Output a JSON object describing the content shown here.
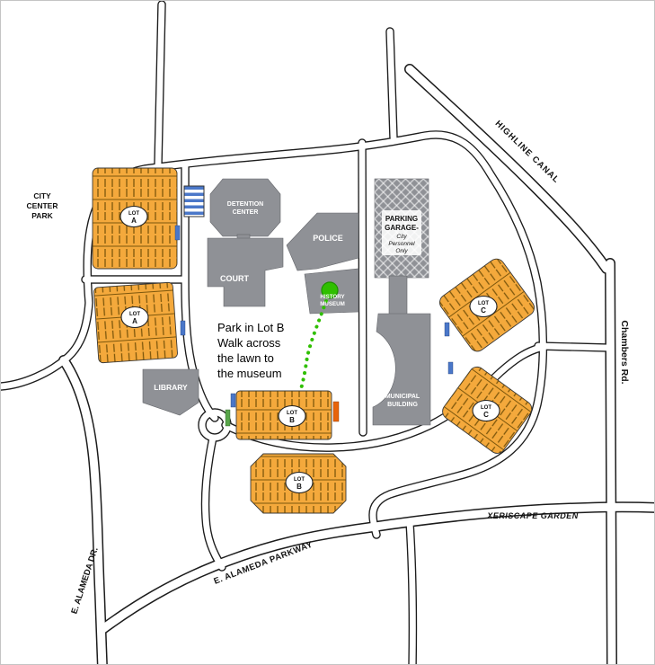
{
  "map": {
    "roads": {
      "highline_canal": "HIGHLINE CANAL",
      "chambers_rd": "Chambers Rd.",
      "e_alameda_dr": "E. ALAMEDA DR.",
      "e_alameda_parkway": "E. ALAMEDA PARKWAY"
    },
    "areas": {
      "city_center_park_line1": "CITY",
      "city_center_park_line2": "CENTER",
      "city_center_park_line3": "PARK",
      "xeriscape_garden": "XERISCAPE GARDEN"
    },
    "buildings": {
      "detention_line1": "DETENTION",
      "detention_line2": "CENTER",
      "court": "COURT",
      "police": "POLICE",
      "museum_line1": "HISTORY",
      "museum_line2": "MUSEUM",
      "garage_line1": "PARKING",
      "garage_line2": "GARAGE-",
      "garage_line3": "City",
      "garage_line4": "Personnel",
      "garage_line5": "Only",
      "municipal_line1": "MUNICIPAL",
      "municipal_line2": "BUILDING",
      "library": "LIBRARY"
    },
    "lots": {
      "a_top": {
        "word": "LOT",
        "letter": "A"
      },
      "a_bottom": {
        "word": "LOT",
        "letter": "A"
      },
      "b_mid": {
        "word": "LOT",
        "letter": "B"
      },
      "b_bottom": {
        "word": "LOT",
        "letter": "B"
      },
      "c_top": {
        "word": "LOT",
        "letter": "C"
      },
      "c_bottom": {
        "word": "LOT",
        "letter": "C"
      }
    },
    "note": {
      "line1": "Park in Lot B",
      "line2": "Walk across",
      "line3": "the lawn to",
      "line4": "the museum"
    }
  },
  "colors": {
    "road_casing": "#1c1c1c",
    "road_surface": "#ffffff",
    "building": "#8f9196",
    "lot": "#f4a93c",
    "stall": "#5f4200",
    "marker_green": "#2fbf00",
    "path_green": "#2fbf00",
    "accent_blue": "#4a77c9",
    "accent_orange": "#e8640a",
    "accent_green": "#58a54a",
    "label": "#111111"
  }
}
